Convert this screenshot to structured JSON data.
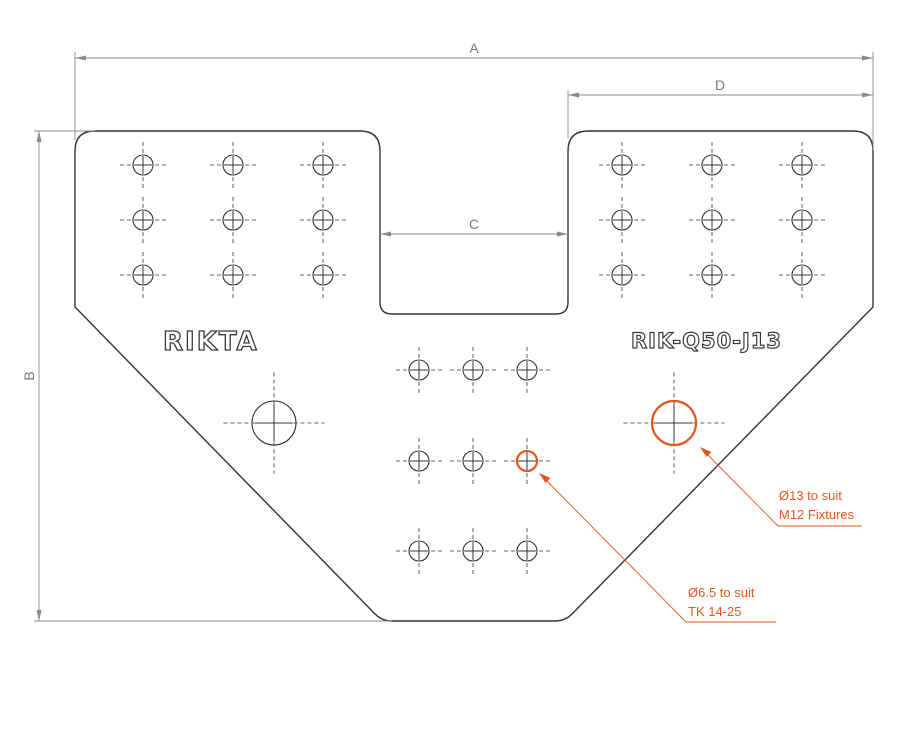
{
  "dimensions": {
    "a": "A",
    "b": "B",
    "c": "C",
    "d": "D"
  },
  "plate": {
    "brand": "RIKTA",
    "part_number": "RIK-Q50-J13"
  },
  "callouts": {
    "large_hole": {
      "line1": "Ø13 to suit",
      "line2": "M12 Fixtures"
    },
    "small_hole": {
      "line1": "Ø6.5 to suit",
      "line2": "TK 14-25"
    }
  },
  "colors": {
    "outline": "#333333",
    "dimension": "#8a8a8a",
    "highlight": "#e4571b"
  }
}
